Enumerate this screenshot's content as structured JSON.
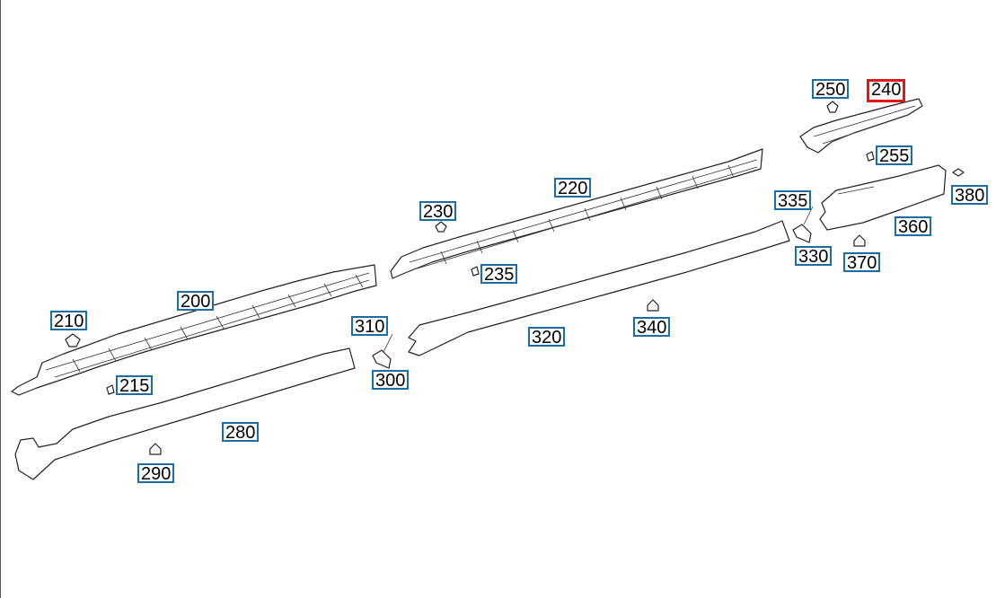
{
  "diagram": {
    "highlight_color": "#e01818",
    "callout_border_color": "#1a6ea0",
    "selected_part": "240",
    "callouts": [
      {
        "id": "c200",
        "label": "200"
      },
      {
        "id": "c210",
        "label": "210"
      },
      {
        "id": "c215",
        "label": "215"
      },
      {
        "id": "c220",
        "label": "220"
      },
      {
        "id": "c230",
        "label": "230"
      },
      {
        "id": "c235",
        "label": "235"
      },
      {
        "id": "c240",
        "label": "240"
      },
      {
        "id": "c250",
        "label": "250"
      },
      {
        "id": "c255",
        "label": "255"
      },
      {
        "id": "c280",
        "label": "280"
      },
      {
        "id": "c290",
        "label": "290"
      },
      {
        "id": "c300",
        "label": "300"
      },
      {
        "id": "c310",
        "label": "310"
      },
      {
        "id": "c320",
        "label": "320"
      },
      {
        "id": "c330",
        "label": "330"
      },
      {
        "id": "c335",
        "label": "335"
      },
      {
        "id": "c340",
        "label": "340"
      },
      {
        "id": "c360",
        "label": "360"
      },
      {
        "id": "c370",
        "label": "370"
      },
      {
        "id": "c380",
        "label": "380"
      }
    ]
  }
}
